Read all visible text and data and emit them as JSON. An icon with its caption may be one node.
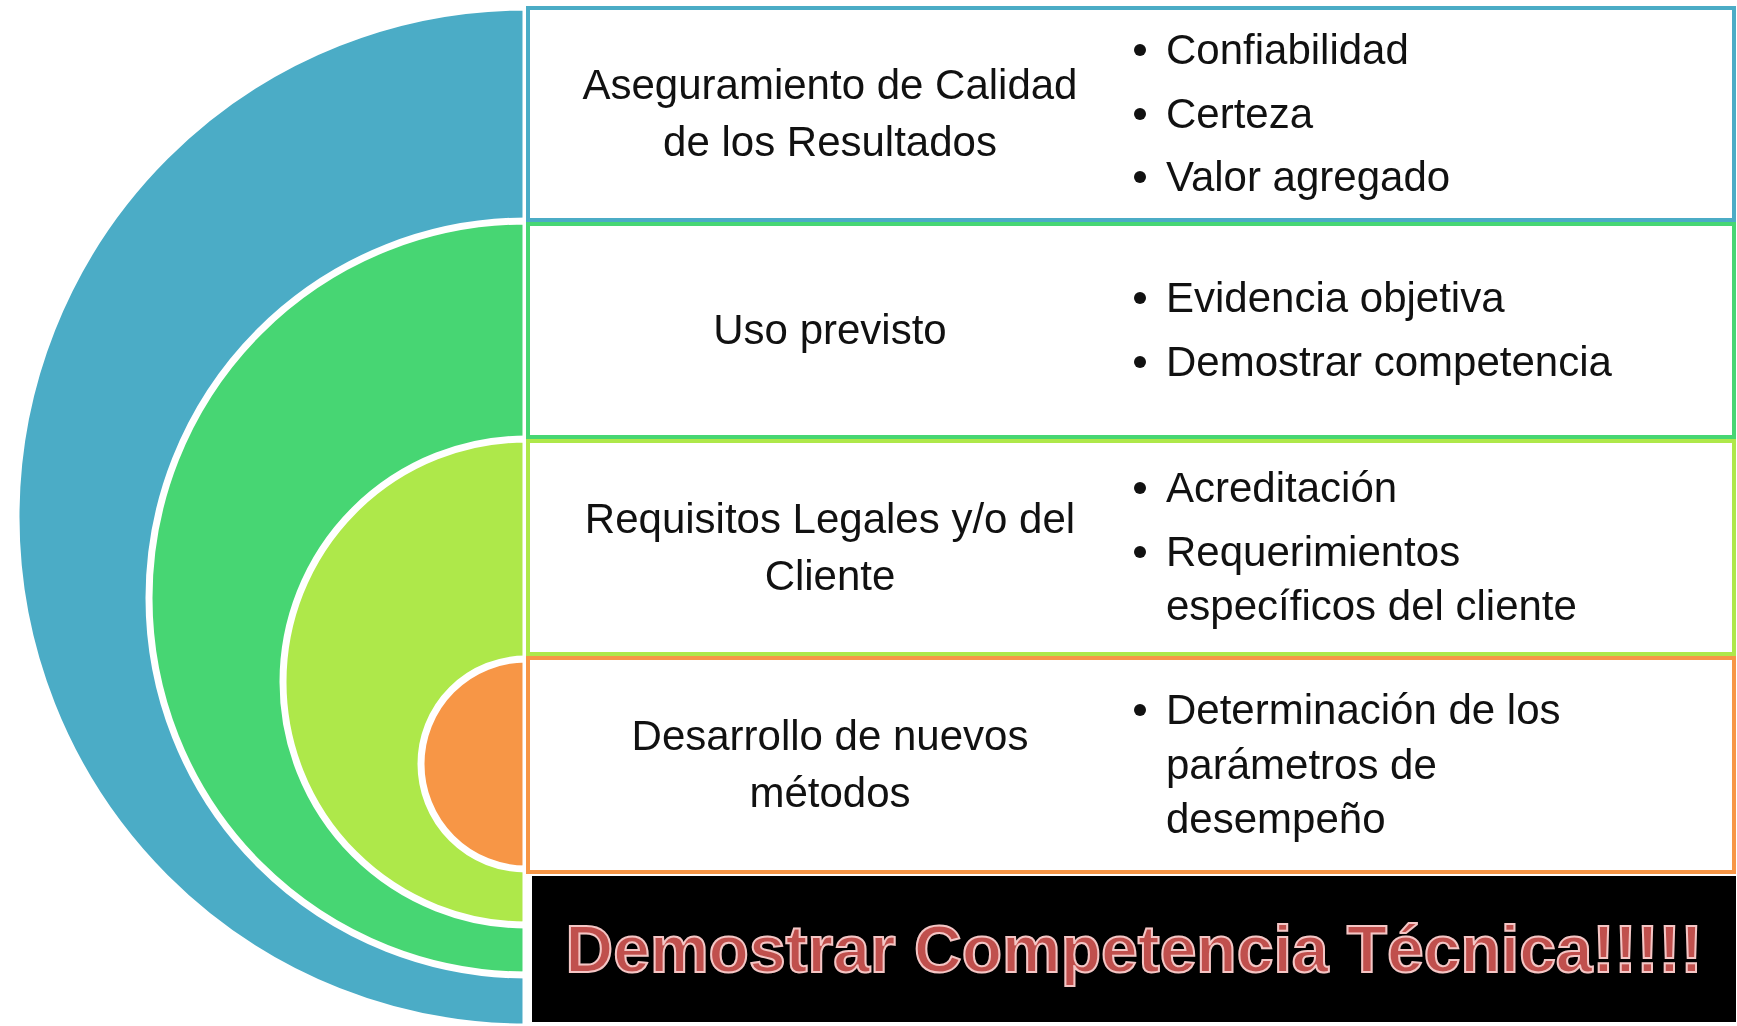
{
  "diagram": {
    "nodes": [
      {
        "text": [
          "Aseguramiento de Calidad de los Resultados",
          "Confiabilidad",
          "Certeza",
          "Valor agregado"
        ]
      },
      {
        "text": [
          "Uso previsto",
          "Evidencia objetiva",
          "Demostrar competencia"
        ]
      },
      {
        "text": [
          "Requisitos Legales y/o del Cliente",
          "Acreditación",
          "Requerimientos específicos del cliente"
        ]
      },
      {
        "text": [
          "Desarrollo de nuevos métodos",
          "Determinación de los parámetros de desempeño"
        ]
      },
      {
        "text": [
          "Demostrar Competencia Técnica!!!!!"
        ]
      }
    ]
  }
}
